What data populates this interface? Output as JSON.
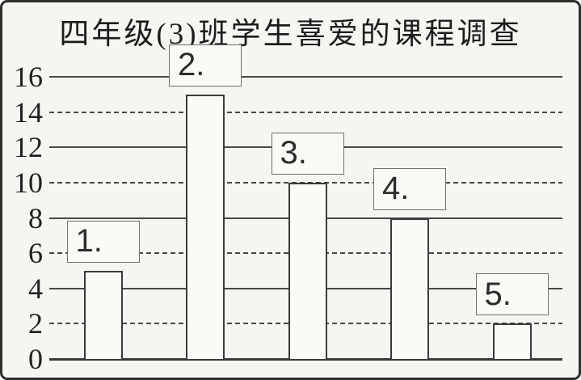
{
  "title": "四年级(3)班学生喜爱的课程调查",
  "chart_data": {
    "type": "bar",
    "title": "四年级(3)班学生喜爱的课程调查",
    "categories": [
      "1.",
      "2.",
      "3.",
      "4.",
      "5."
    ],
    "values": [
      5,
      15,
      10,
      8,
      2
    ],
    "xlabel": "",
    "ylabel": "",
    "ylim": [
      0,
      16
    ],
    "yticks": [
      0,
      2,
      4,
      6,
      8,
      10,
      12,
      14,
      16
    ],
    "grid": true,
    "legend_position": "none",
    "annotation_style": "numbered-label-boxes-above-bars",
    "colors": {
      "background": "#f6f5f2",
      "bar_fill": "#fbfaf7",
      "bar_border": "#3b3b3b",
      "gridline": "#474747",
      "frame_border": "#2e2e2e",
      "text": "#1c1c1c",
      "label_box_border": "#6f6f6f"
    }
  }
}
